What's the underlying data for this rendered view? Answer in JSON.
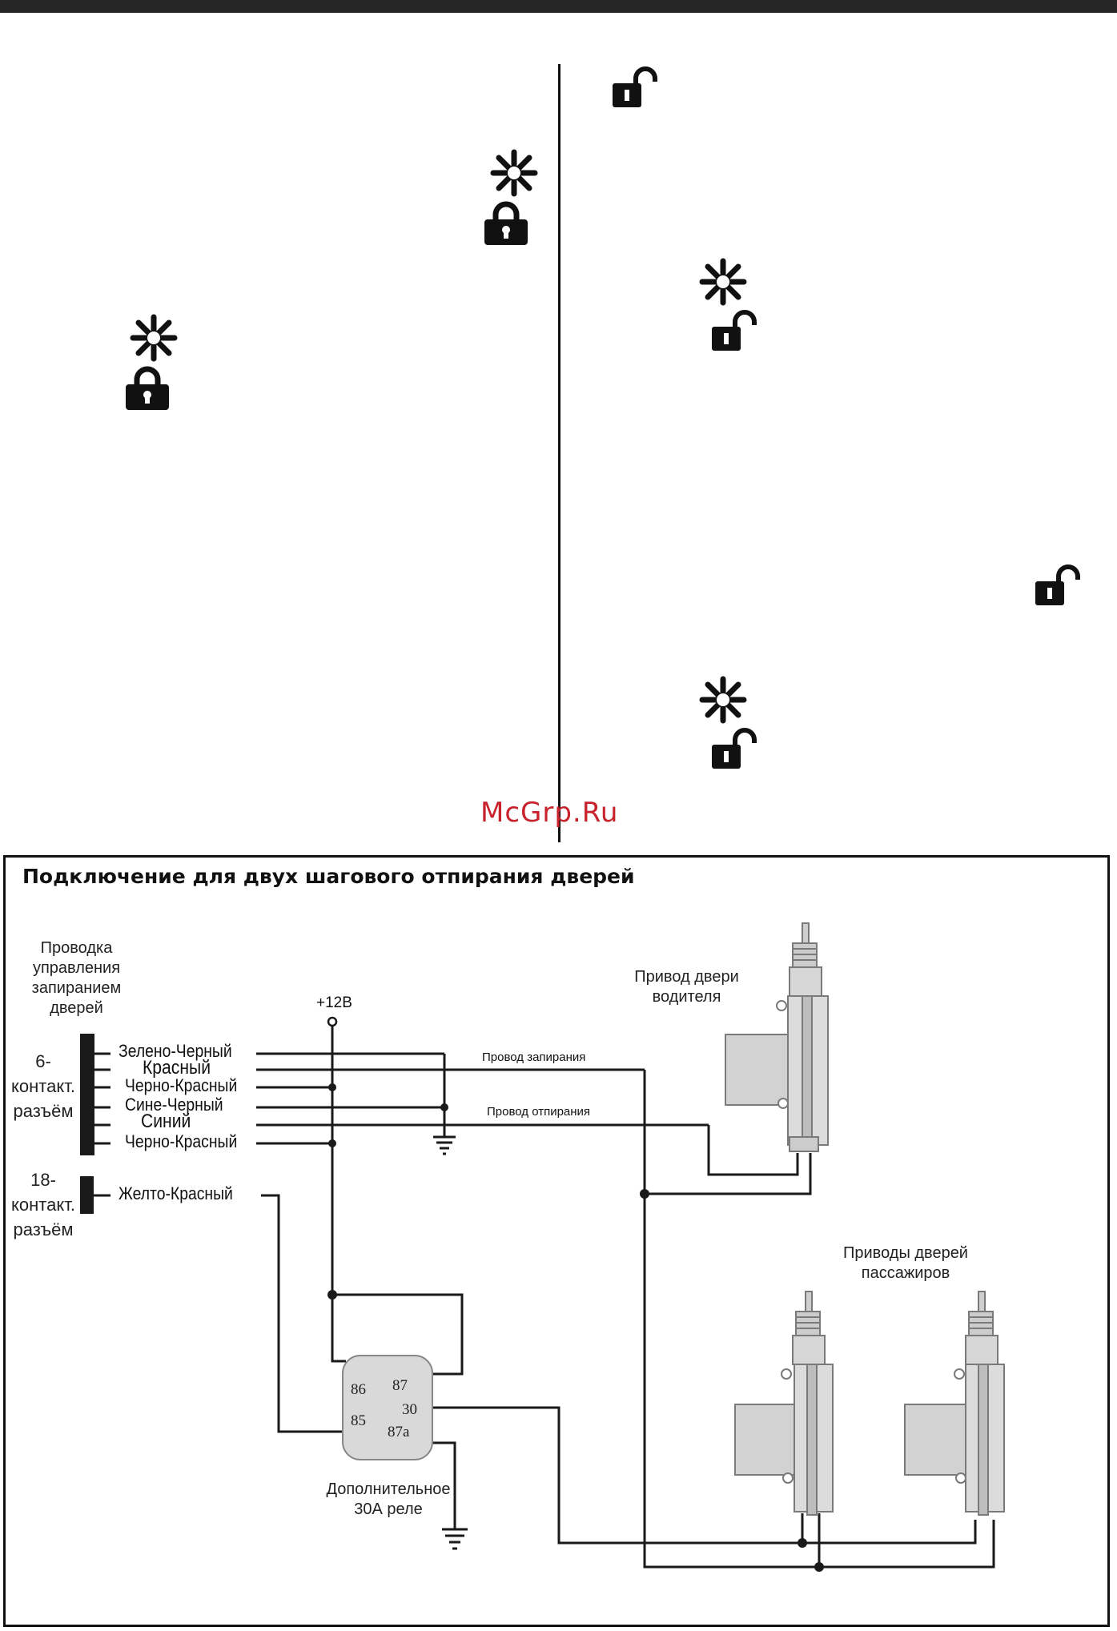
{
  "watermark": "McGrp.Ru",
  "diagram": {
    "title": "Подключение для двух шагового отпирания дверей",
    "harness_label": "Проводка\nуправления\nзапиранием\nдверей",
    "connector6_label": "6-\nконтакт.\nразъём",
    "connector18_label": "18-\nконтакт.\nразъём",
    "wires_6pin": [
      "Зелено-Черный",
      "Красный",
      "Черно-Красный",
      "Сине-Черный",
      "Синий",
      "Черно-Красный"
    ],
    "wire_18pin": "Желто-Красный",
    "plus12": "+12В",
    "lock_wire_label": "Провод запирания",
    "unlock_wire_label": "Провод отпирания",
    "driver_door_label": "Привод двери\nводителя",
    "passenger_doors_label": "Приводы дверей\nпассажиров",
    "relay_label": "Дополнительное\n30А реле",
    "relay_pins": [
      "86",
      "87",
      "85",
      "30",
      "87a"
    ]
  },
  "icons": {
    "left": [
      "asterisk-icon",
      "lock-closed-icon",
      "asterisk-icon",
      "lock-closed-icon"
    ],
    "right": [
      "lock-open-icon",
      "asterisk-icon",
      "lock-open-icon",
      "lock-open-icon",
      "asterisk-icon",
      "lock-open-icon"
    ]
  }
}
